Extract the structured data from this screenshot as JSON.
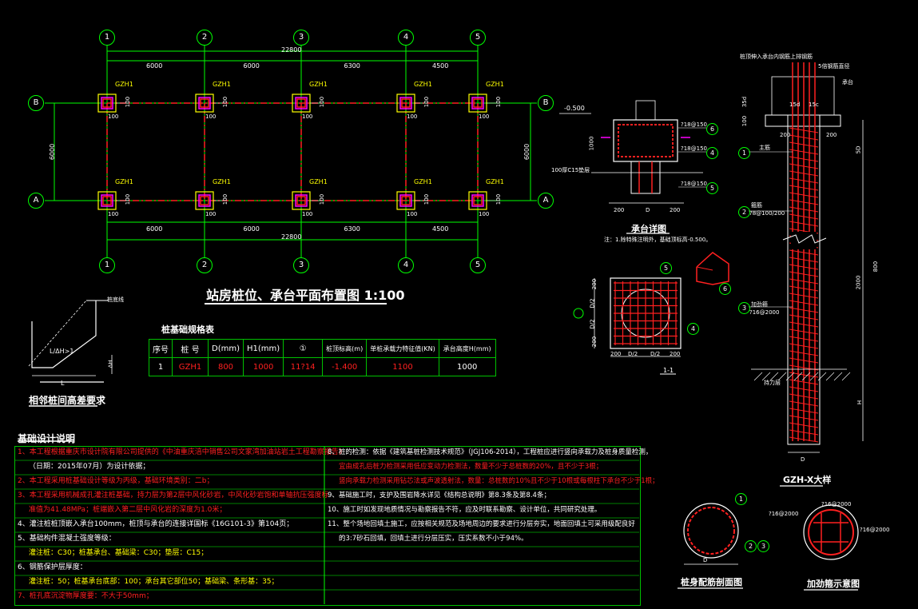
{
  "colors": {
    "background": "#000000",
    "axis": "#00ff00",
    "red": "#ff2020",
    "yellow": "#ffff00",
    "magenta": "#ff00ff",
    "white": "#ffffff"
  },
  "plan": {
    "title": "站房桩位、承台平面布置图  1:100",
    "axis_numbers": [
      "1",
      "2",
      "3",
      "4",
      "5"
    ],
    "axis_letters": [
      "A",
      "B"
    ],
    "top_spans": [
      "6000",
      "6000",
      "6300",
      "4500"
    ],
    "bottom_spans": [
      "6000",
      "6000",
      "6300",
      "4500"
    ],
    "total_top": "22800",
    "total_bottom": "22800",
    "side_dim": "6000",
    "pile_tag": "GZH1",
    "pile_dim": "100"
  },
  "slope": {
    "title": "相邻桩间高差要求",
    "label_ratio": "L/ΔH>1",
    "label_l": "L",
    "label_h": "ΔH",
    "label_top": "桩底线"
  },
  "pile_table": {
    "title": "桩基础规格表",
    "headers": [
      "序号",
      "桩 号",
      "D(mm)",
      "H1(mm)",
      "①",
      "桩顶标高(m)",
      "单桩承载力特征值(KN)",
      "承台高度H(mm)"
    ],
    "row": [
      "1",
      "GZH1",
      "800",
      "1000",
      "11?14",
      "-1.400",
      "1100",
      "1000"
    ]
  },
  "cap_detail": {
    "title": "承台详图",
    "note": "注：1.除特殊注明外，基础顶标高-0.500。",
    "elev": "-0.500",
    "rebar1": "?18@150",
    "rebar2": "?18@150",
    "rebar3": "?18@150",
    "cushion": "100厚C15垫层",
    "h": "1000",
    "dims": [
      "200",
      "D",
      "200"
    ],
    "marks": [
      "6",
      "4",
      "5"
    ]
  },
  "cap_plan": {
    "title": "1-1",
    "dims_left": [
      "200",
      "D/2",
      "D/2",
      "200"
    ],
    "dims_bottom": [
      "200",
      "D/2",
      "D/2",
      "200"
    ],
    "marks": [
      "5",
      "4",
      "6"
    ]
  },
  "pile_elev": {
    "title": "GZH-X大样",
    "top_note": "桩顶伸入承台内钢筋上排钢筋",
    "note_right": "5倍钢筋直径",
    "cap": "承台",
    "lap1": "15d",
    "lap2": "15c",
    "tags": [
      "1",
      "2",
      "3"
    ],
    "labels": [
      "主筋",
      "箍筋",
      "加劲箍"
    ],
    "rebar_stir": "?8@100/200",
    "rebar_add": "?16@2000",
    "dims": [
      "100",
      "35d",
      "200",
      "5D",
      "H",
      "D",
      "800",
      "200",
      "2000"
    ],
    "soil": "持力层"
  },
  "pile_section": {
    "title": "桩身配筋剖面图",
    "marks": [
      "1",
      "2",
      "3"
    ],
    "label_d": "D"
  },
  "stiffener": {
    "title": "加劲箍示意图",
    "r1": "?16@2000",
    "r2": "?16@2000",
    "r3": "?16@2000"
  },
  "notes": {
    "title": "基础设计说明",
    "left": [
      "1、本工程根据重庆市设计院有限公司提供的《中油重庆涪中销售公司文家湾加油站岩土工程勘察报告》",
      "（日期：2015年07月）为设计依据；",
      "2、本工程采用桩基础设计等级为丙级，基础环境类别：二b；",
      "3、本工程采用机械成孔灌注桩基础，持力层为第2层中风化砂岩，中风化砂岩饱和单轴抗压强度标",
      "准值为41.48MPa；桩端嵌入第二层中风化岩的深度为1.0米；",
      "4、灌注桩桩顶嵌入承台100mm，桩顶与承台的连接详国标《16G101-3》第104页；",
      "5、基础构件混凝土强度等级：",
      "灌注桩：C30；桩基承台、基础梁：C30；垫层：C15；",
      "6、钢筋保护层厚度：",
      "灌注桩：50；桩基承台底部：100；承台其它部位50；基础梁、条形基：35；",
      "7、桩孔底沉淀物厚度要：不大于50mm；"
    ],
    "right": [
      "8、桩的检测：依据《建筑基桩检测技术规范》（JGJ106-2014），工程桩应进行竖向承载力及桩身质量检测，",
      "宜由成孔后桩力检测采用低应变动力检测法，数量不少于总桩数的20%，且不少于3根；",
      "竖向承载力检测采用钻芯法或声波透射法，数量：总桩数的10%且不少于10根或每根柱下承台不少于1根；",
      "9、基础施工时，支护及围岩降水详见《结构总说明》第8.3条及第8.4条；",
      "10、施工时如发现地质情况与勘察报告不符，应及时联系勘察、设计单位，共同研究处理。",
      "11、整个场地回填土施工，应按相关规范及场地周边的要求进行分层夯实，地面回填土可采用级配良好",
      "的3:7砂石回填，回填土进行分层压实，压实系数不小于94%。"
    ]
  }
}
